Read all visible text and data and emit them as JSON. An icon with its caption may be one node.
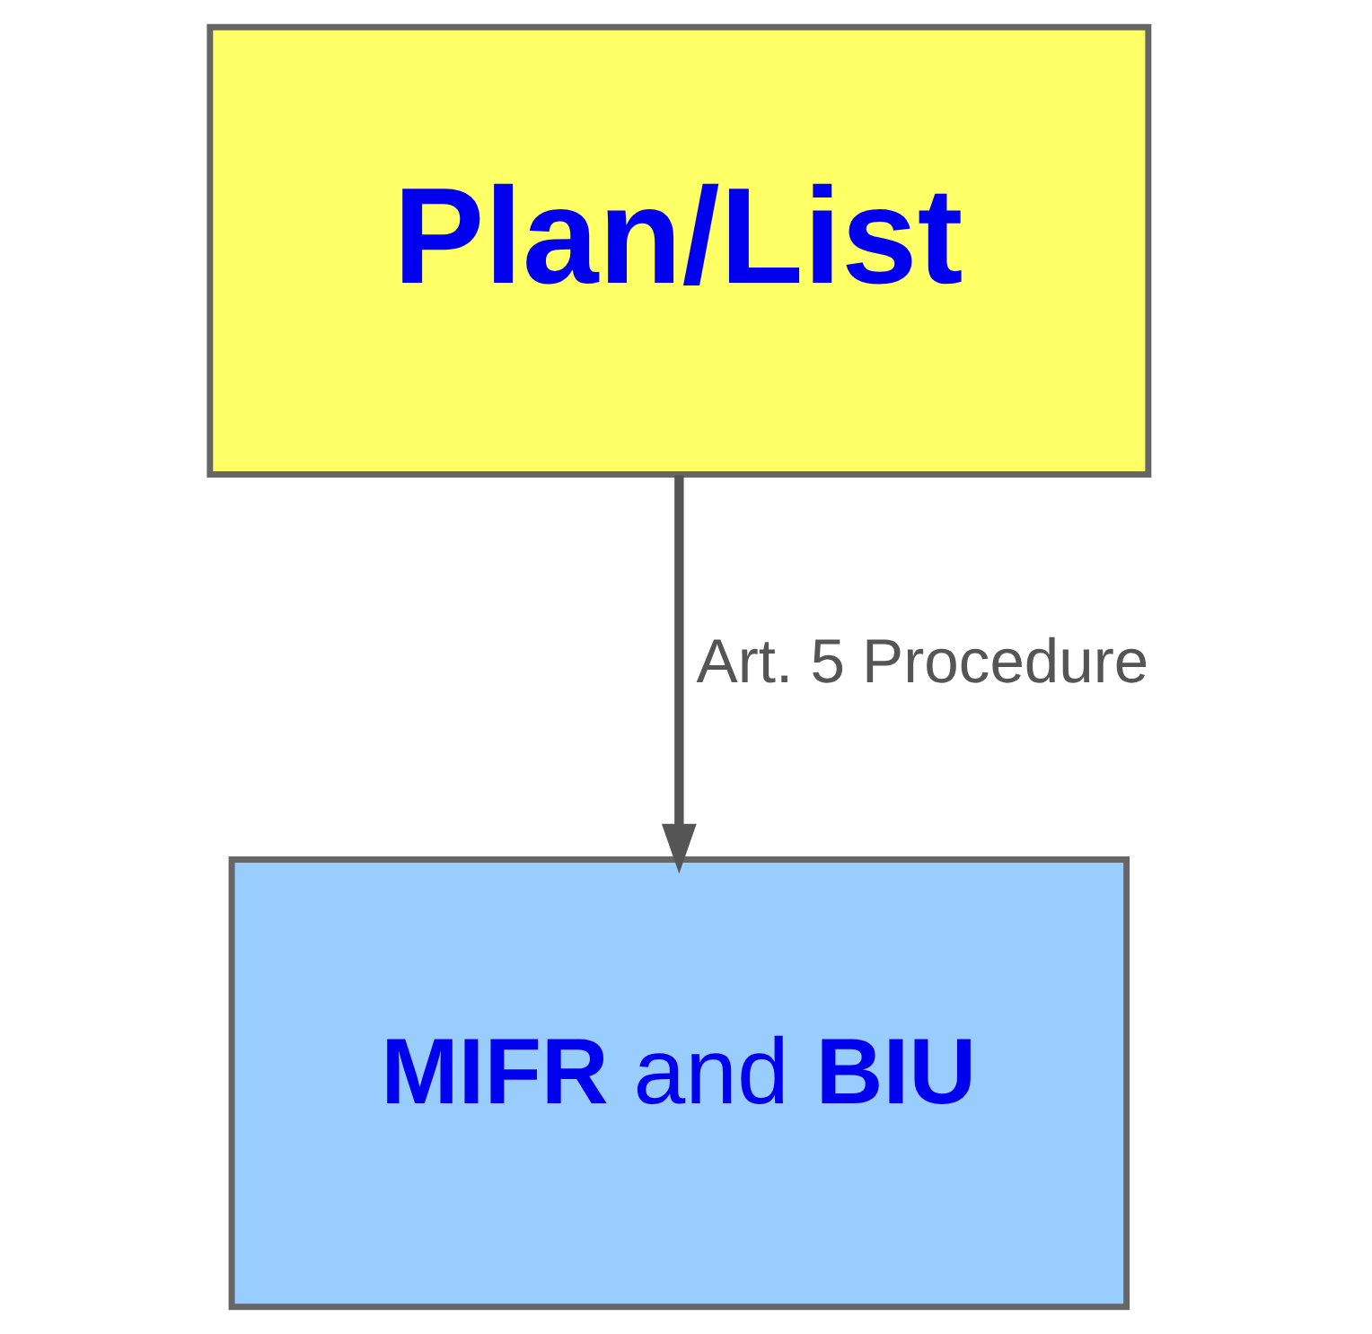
{
  "diagram": {
    "nodes": [
      {
        "text": [
          "Plan/List"
        ]
      },
      {
        "text": [
          "**MIFR** and **BIU**"
        ]
      }
    ],
    "edges": [
      {
        "from": 0,
        "to": 1,
        "arrow": "to",
        "label": "Art. 5 Procedure"
      }
    ]
  }
}
